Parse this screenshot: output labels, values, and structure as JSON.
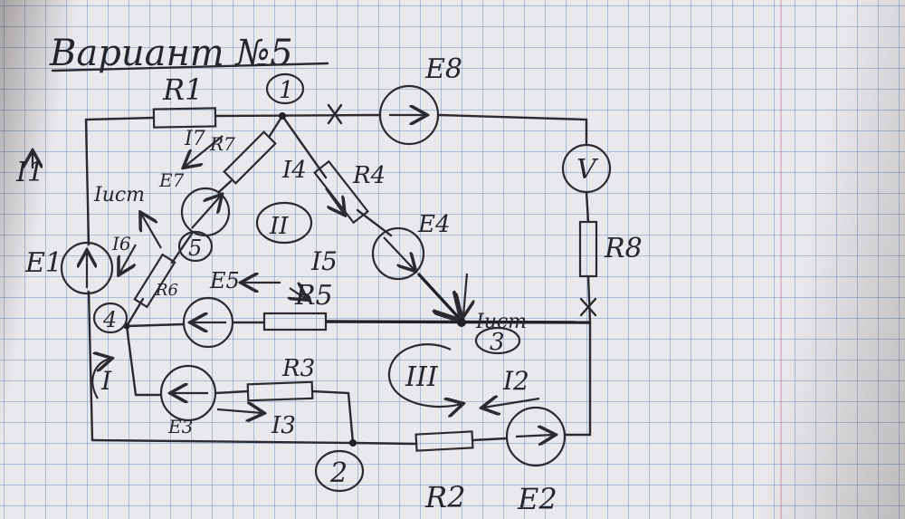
{
  "title": "Вариант №5",
  "nodes": [
    "1",
    "2",
    "3",
    "4",
    "5"
  ],
  "loops": [
    "I",
    "II",
    "III"
  ],
  "resistors": [
    "R1",
    "R2",
    "R3",
    "R4",
    "R5",
    "R6",
    "R7",
    "R8"
  ],
  "sources": [
    "E1",
    "E2",
    "E3",
    "E4",
    "E5",
    "E7",
    "E8"
  ],
  "currents": [
    "I1",
    "I2",
    "I3",
    "I4",
    "I5",
    "I6",
    "I7"
  ],
  "current_source": "Iист",
  "meter": "V",
  "labels": {
    "R1": "R1",
    "R2": "R2",
    "R3": "R3",
    "R4": "R4",
    "R5": "R5",
    "R6": "R6",
    "R7": "R7",
    "R8": "R8",
    "E1": "E1",
    "E2": "E2",
    "E3": "E3",
    "E4": "E4",
    "E5": "E5",
    "E7": "E7",
    "E8": "E8",
    "I1": "I1",
    "I2": "I2",
    "I3": "I3",
    "I4": "I4",
    "I5": "I5",
    "I6": "I6",
    "I7": "I7",
    "Iist": "Iист",
    "V": "V"
  }
}
